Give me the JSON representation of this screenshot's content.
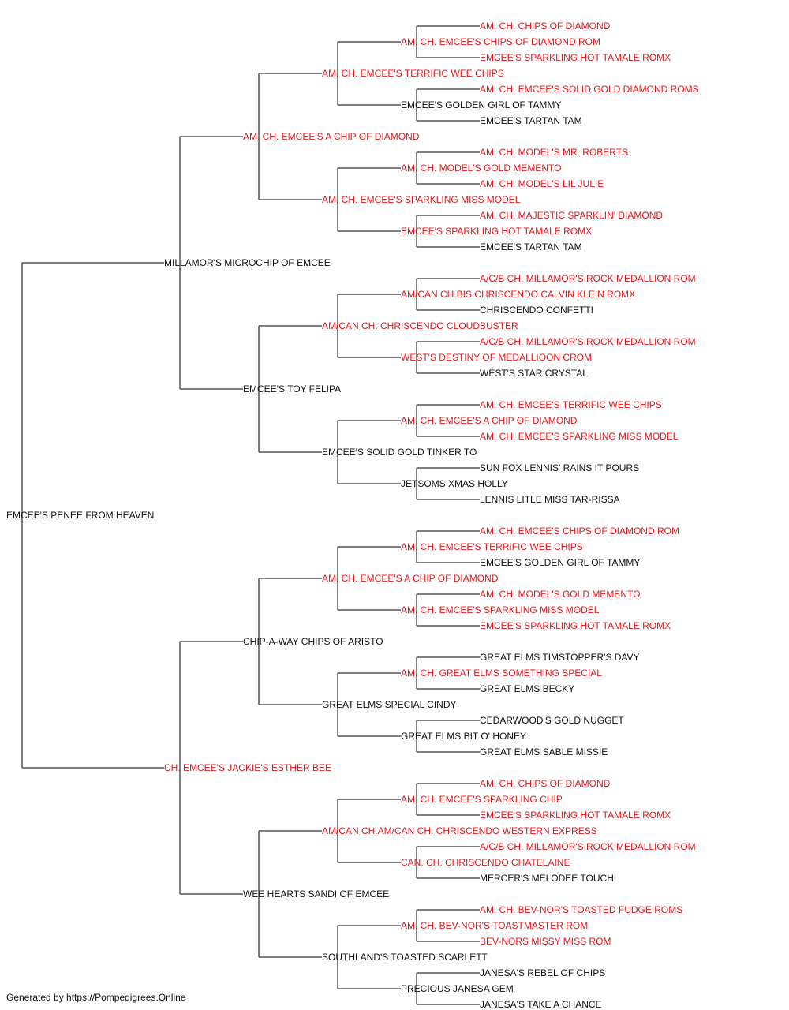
{
  "pedigree": {
    "name": "EMCEE'S PENEE FROM HEAVEN",
    "champion": false,
    "sire": {
      "name": "MILLAMOR'S MICROCHIP OF EMCEE",
      "champion": false,
      "sire": {
        "name": "AM. CH. EMCEE'S A CHIP OF DIAMOND",
        "champion": true,
        "sire": {
          "name": "AM. CH. EMCEE'S TERRIFIC WEE CHIPS",
          "champion": true,
          "sire": {
            "name": "AM. CH. EMCEE'S CHIPS OF DIAMOND ROM",
            "champion": true,
            "sire": {
              "name": "AM. CH. CHIPS OF DIAMOND",
              "champion": true
            },
            "dam": {
              "name": "EMCEE'S SPARKLING HOT TAMALE ROMX",
              "champion": true
            }
          },
          "dam": {
            "name": "EMCEE'S GOLDEN GIRL OF TAMMY",
            "champion": false,
            "sire": {
              "name": "AM. CH. EMCEE'S SOLID GOLD DIAMOND ROMS",
              "champion": true
            },
            "dam": {
              "name": "EMCEE'S TARTAN TAM",
              "champion": false
            }
          }
        },
        "dam": {
          "name": "AM. CH. EMCEE'S SPARKLING MISS MODEL",
          "champion": true,
          "sire": {
            "name": "AM. CH. MODEL'S GOLD MEMENTO",
            "champion": true,
            "sire": {
              "name": "AM. CH. MODEL'S MR. ROBERTS",
              "champion": true
            },
            "dam": {
              "name": "AM. CH. MODEL'S LIL JULIE",
              "champion": true
            }
          },
          "dam": {
            "name": "EMCEE'S SPARKLING HOT TAMALE ROMX",
            "champion": true,
            "sire": {
              "name": "AM. CH. MAJESTIC SPARKLIN' DIAMOND",
              "champion": true
            },
            "dam": {
              "name": "EMCEE'S TARTAN TAM",
              "champion": false
            }
          }
        }
      },
      "dam": {
        "name": "EMCEE'S TOY FELIPA",
        "champion": false,
        "sire": {
          "name": "AM/CAN CH. CHRISCENDO CLOUDBUSTER",
          "champion": true,
          "sire": {
            "name": "AM/CAN CH.BIS CHRISCENDO CALVIN KLEIN ROMX",
            "champion": true,
            "sire": {
              "name": "A/C/B CH. MILLAMOR'S ROCK MEDALLION ROM",
              "champion": true
            },
            "dam": {
              "name": "CHRISCENDO CONFETTI",
              "champion": false
            }
          },
          "dam": {
            "name": "WEST'S DESTINY OF MEDALLIOON CROM",
            "champion": true,
            "sire": {
              "name": "A/C/B CH. MILLAMOR'S ROCK MEDALLION ROM",
              "champion": true
            },
            "dam": {
              "name": "WEST'S STAR CRYSTAL",
              "champion": false
            }
          }
        },
        "dam": {
          "name": "EMCEE'S SOLID GOLD TINKER TO",
          "champion": false,
          "sire": {
            "name": "AM. CH. EMCEE'S A CHIP OF DIAMOND",
            "champion": true,
            "sire": {
              "name": "AM. CH. EMCEE'S TERRIFIC WEE CHIPS",
              "champion": true
            },
            "dam": {
              "name": "AM. CH. EMCEE'S SPARKLING MISS MODEL",
              "champion": true
            }
          },
          "dam": {
            "name": "JETSOMS XMAS HOLLY",
            "champion": false,
            "sire": {
              "name": "SUN FOX LENNIS' RAINS IT POURS",
              "champion": false
            },
            "dam": {
              "name": "LENNIS LITLE MISS TAR-RISSA",
              "champion": false
            }
          }
        }
      }
    },
    "dam": {
      "name": "CH. EMCEE'S JACKIE'S ESTHER BEE",
      "champion": true,
      "sire": {
        "name": "CHIP-A-WAY CHIPS OF ARISTO",
        "champion": false,
        "sire": {
          "name": "AM. CH. EMCEE'S A CHIP OF DIAMOND",
          "champion": true,
          "sire": {
            "name": "AM. CH. EMCEE'S TERRIFIC WEE CHIPS",
            "champion": true,
            "sire": {
              "name": "AM. CH. EMCEE'S CHIPS OF DIAMOND ROM",
              "champion": true
            },
            "dam": {
              "name": "EMCEE'S GOLDEN GIRL OF TAMMY",
              "champion": false
            }
          },
          "dam": {
            "name": "AM. CH. EMCEE'S SPARKLING MISS MODEL",
            "champion": true,
            "sire": {
              "name": "AM. CH. MODEL'S GOLD MEMENTO",
              "champion": true
            },
            "dam": {
              "name": "EMCEE'S SPARKLING HOT TAMALE ROMX",
              "champion": true
            }
          }
        },
        "dam": {
          "name": "GREAT ELMS SPECIAL CINDY",
          "champion": false,
          "sire": {
            "name": "AM. CH. GREAT ELMS SOMETHING SPECIAL",
            "champion": true,
            "sire": {
              "name": "GREAT ELMS TIMSTOPPER'S DAVY",
              "champion": false
            },
            "dam": {
              "name": "GREAT ELMS BECKY",
              "champion": false
            }
          },
          "dam": {
            "name": "GREAT ELMS BIT O' HONEY",
            "champion": false,
            "sire": {
              "name": "CEDARWOOD'S GOLD NUGGET",
              "champion": false
            },
            "dam": {
              "name": "GREAT ELMS SABLE MISSIE",
              "champion": false
            }
          }
        }
      },
      "dam": {
        "name": "WEE HEARTS SANDI OF EMCEE",
        "champion": false,
        "sire": {
          "name": "AM/CAN CH.AM/CAN CH. CHRISCENDO WESTERN EXPRESS",
          "champion": true,
          "sire": {
            "name": "AM. CH. EMCEE'S SPARKLING CHIP",
            "champion": true,
            "sire": {
              "name": "AM. CH. CHIPS OF DIAMOND",
              "champion": true
            },
            "dam": {
              "name": "EMCEE'S SPARKLING HOT TAMALE ROMX",
              "champion": true
            }
          },
          "dam": {
            "name": "CAN. CH. CHRISCENDO CHATELAINE",
            "champion": true,
            "sire": {
              "name": "A/C/B CH. MILLAMOR'S ROCK MEDALLION ROM",
              "champion": true
            },
            "dam": {
              "name": "MERCER'S MELODEE TOUCH",
              "champion": false
            }
          }
        },
        "dam": {
          "name": "SOUTHLAND'S TOASTED SCARLETT",
          "champion": false,
          "sire": {
            "name": "AM. CH. BEV-NOR'S TOASTMASTER ROM",
            "champion": true,
            "sire": {
              "name": "AM. CH. BEV-NOR'S TOASTED FUDGE ROMS",
              "champion": true
            },
            "dam": {
              "name": "BEV-NORS MISSY MISS ROM",
              "champion": true
            }
          },
          "dam": {
            "name": "PRECIOUS JANESA GEM",
            "champion": false,
            "sire": {
              "name": "JANESA'S REBEL OF CHIPS",
              "champion": false
            },
            "dam": {
              "name": "JANESA'S TAKE A CHANCE",
              "champion": false
            }
          }
        }
      }
    }
  },
  "colors": {
    "champion": "#e3181b",
    "regular": "#111111",
    "line": "#555555"
  },
  "footer": "Generated by https://Pompedigrees.Online"
}
